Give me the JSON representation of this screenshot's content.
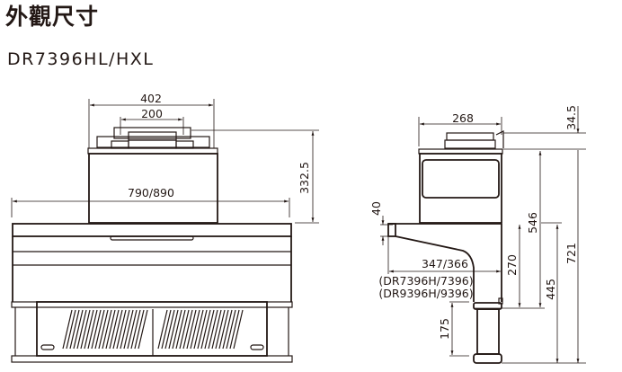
{
  "title": "外觀尺寸",
  "model": "DR7396HL/HXL",
  "front_view": {
    "dim_width_top": "402",
    "dim_duct": "200",
    "dim_body_width": "790/890",
    "dim_height": "332.5"
  },
  "side_view": {
    "dim_depth_top": "268",
    "dim_top_cap": "34.5",
    "dim_shelf": "40",
    "dim_depth": "347/366",
    "dim_depth_note_1": "(DR7396H/7396)",
    "dim_depth_note_2": "(DR9396H/9396)",
    "dim_546": "546",
    "dim_270": "270",
    "dim_445": "445",
    "dim_721": "721",
    "dim_175": "175"
  },
  "colors": {
    "line": "#231815",
    "background": "#ffffff"
  }
}
